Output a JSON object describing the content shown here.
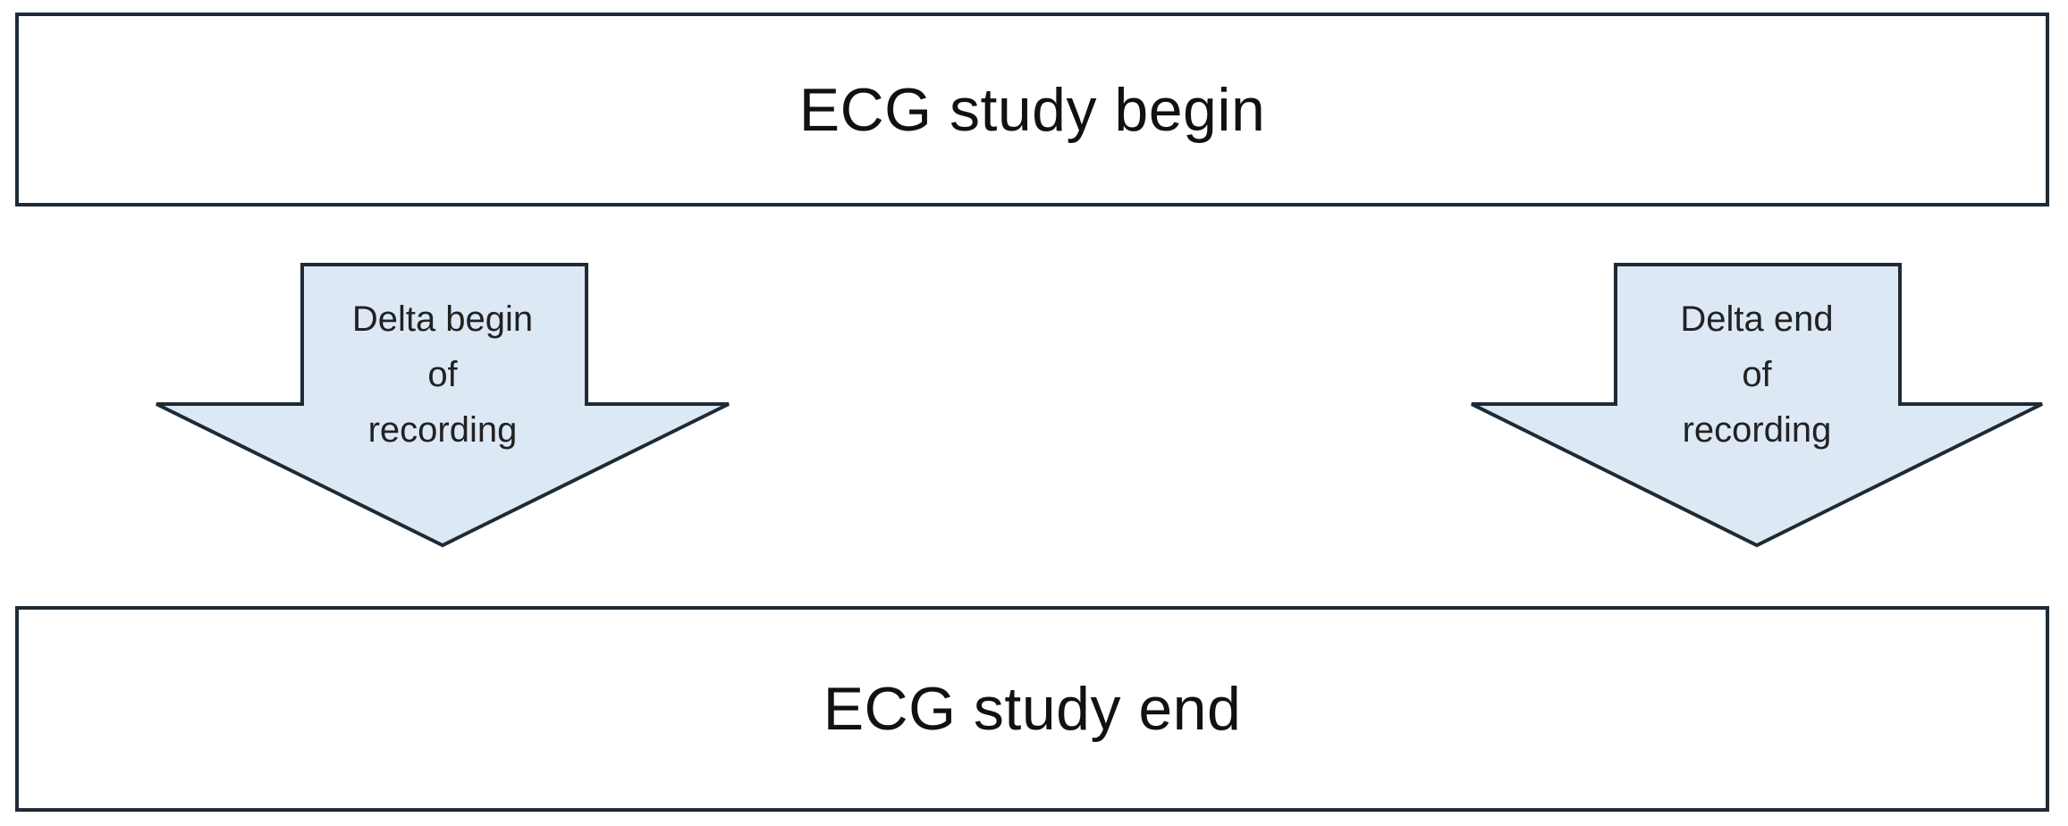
{
  "diagram": {
    "top_box": {
      "label": "ECG study begin"
    },
    "bottom_box": {
      "label": "ECG study end"
    },
    "arrows": [
      {
        "lines": [
          "Delta begin",
          "of",
          "recording"
        ],
        "fill": "#dde8f5",
        "stroke": "#1e2b36"
      },
      {
        "lines": [
          "Delta end",
          "of",
          "recording"
        ],
        "fill": "#dde8f5",
        "stroke": "#1e2b36"
      }
    ]
  }
}
